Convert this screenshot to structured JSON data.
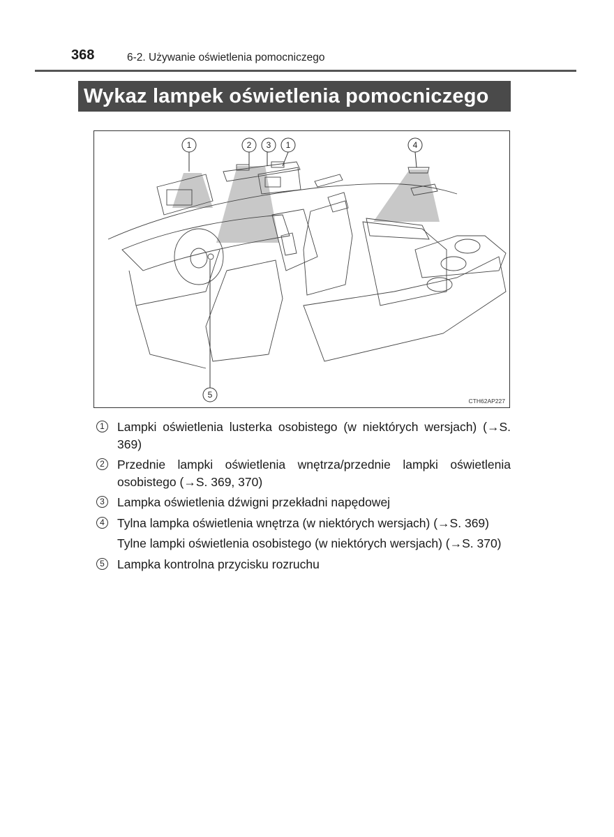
{
  "header": {
    "page_number": "368",
    "section": "6-2. Używanie oświetlenia pomocniczego"
  },
  "title": "Wykaz lampek oświetlenia pomocniczego",
  "figure": {
    "code": "CTH62AP227",
    "callouts": [
      "1",
      "2",
      "3",
      "1",
      "4",
      "5"
    ]
  },
  "legend": [
    {
      "num": "1",
      "text": "Lampki oświetlenia lusterka osobistego (w niektórych wersjach) (→S. 369)"
    },
    {
      "num": "2",
      "text": "Przednie lampki oświetlenia wnętrza/przednie lampki oświetlenia osobistego (→S. 369, 370)"
    },
    {
      "num": "3",
      "text": "Lampka oświetlenia dźwigni przekładni napędowej"
    },
    {
      "num": "4",
      "text": "Tylna lampka oświetlenia wnętrza (w niektórych wersjach) (→S. 369)"
    },
    {
      "num": "",
      "text": "Tylne lampki oświetlenia osobistego (w niektórych wersjach) (→S. 370)"
    },
    {
      "num": "5",
      "text": "Lampka kontrolna przycisku rozruchu"
    }
  ]
}
